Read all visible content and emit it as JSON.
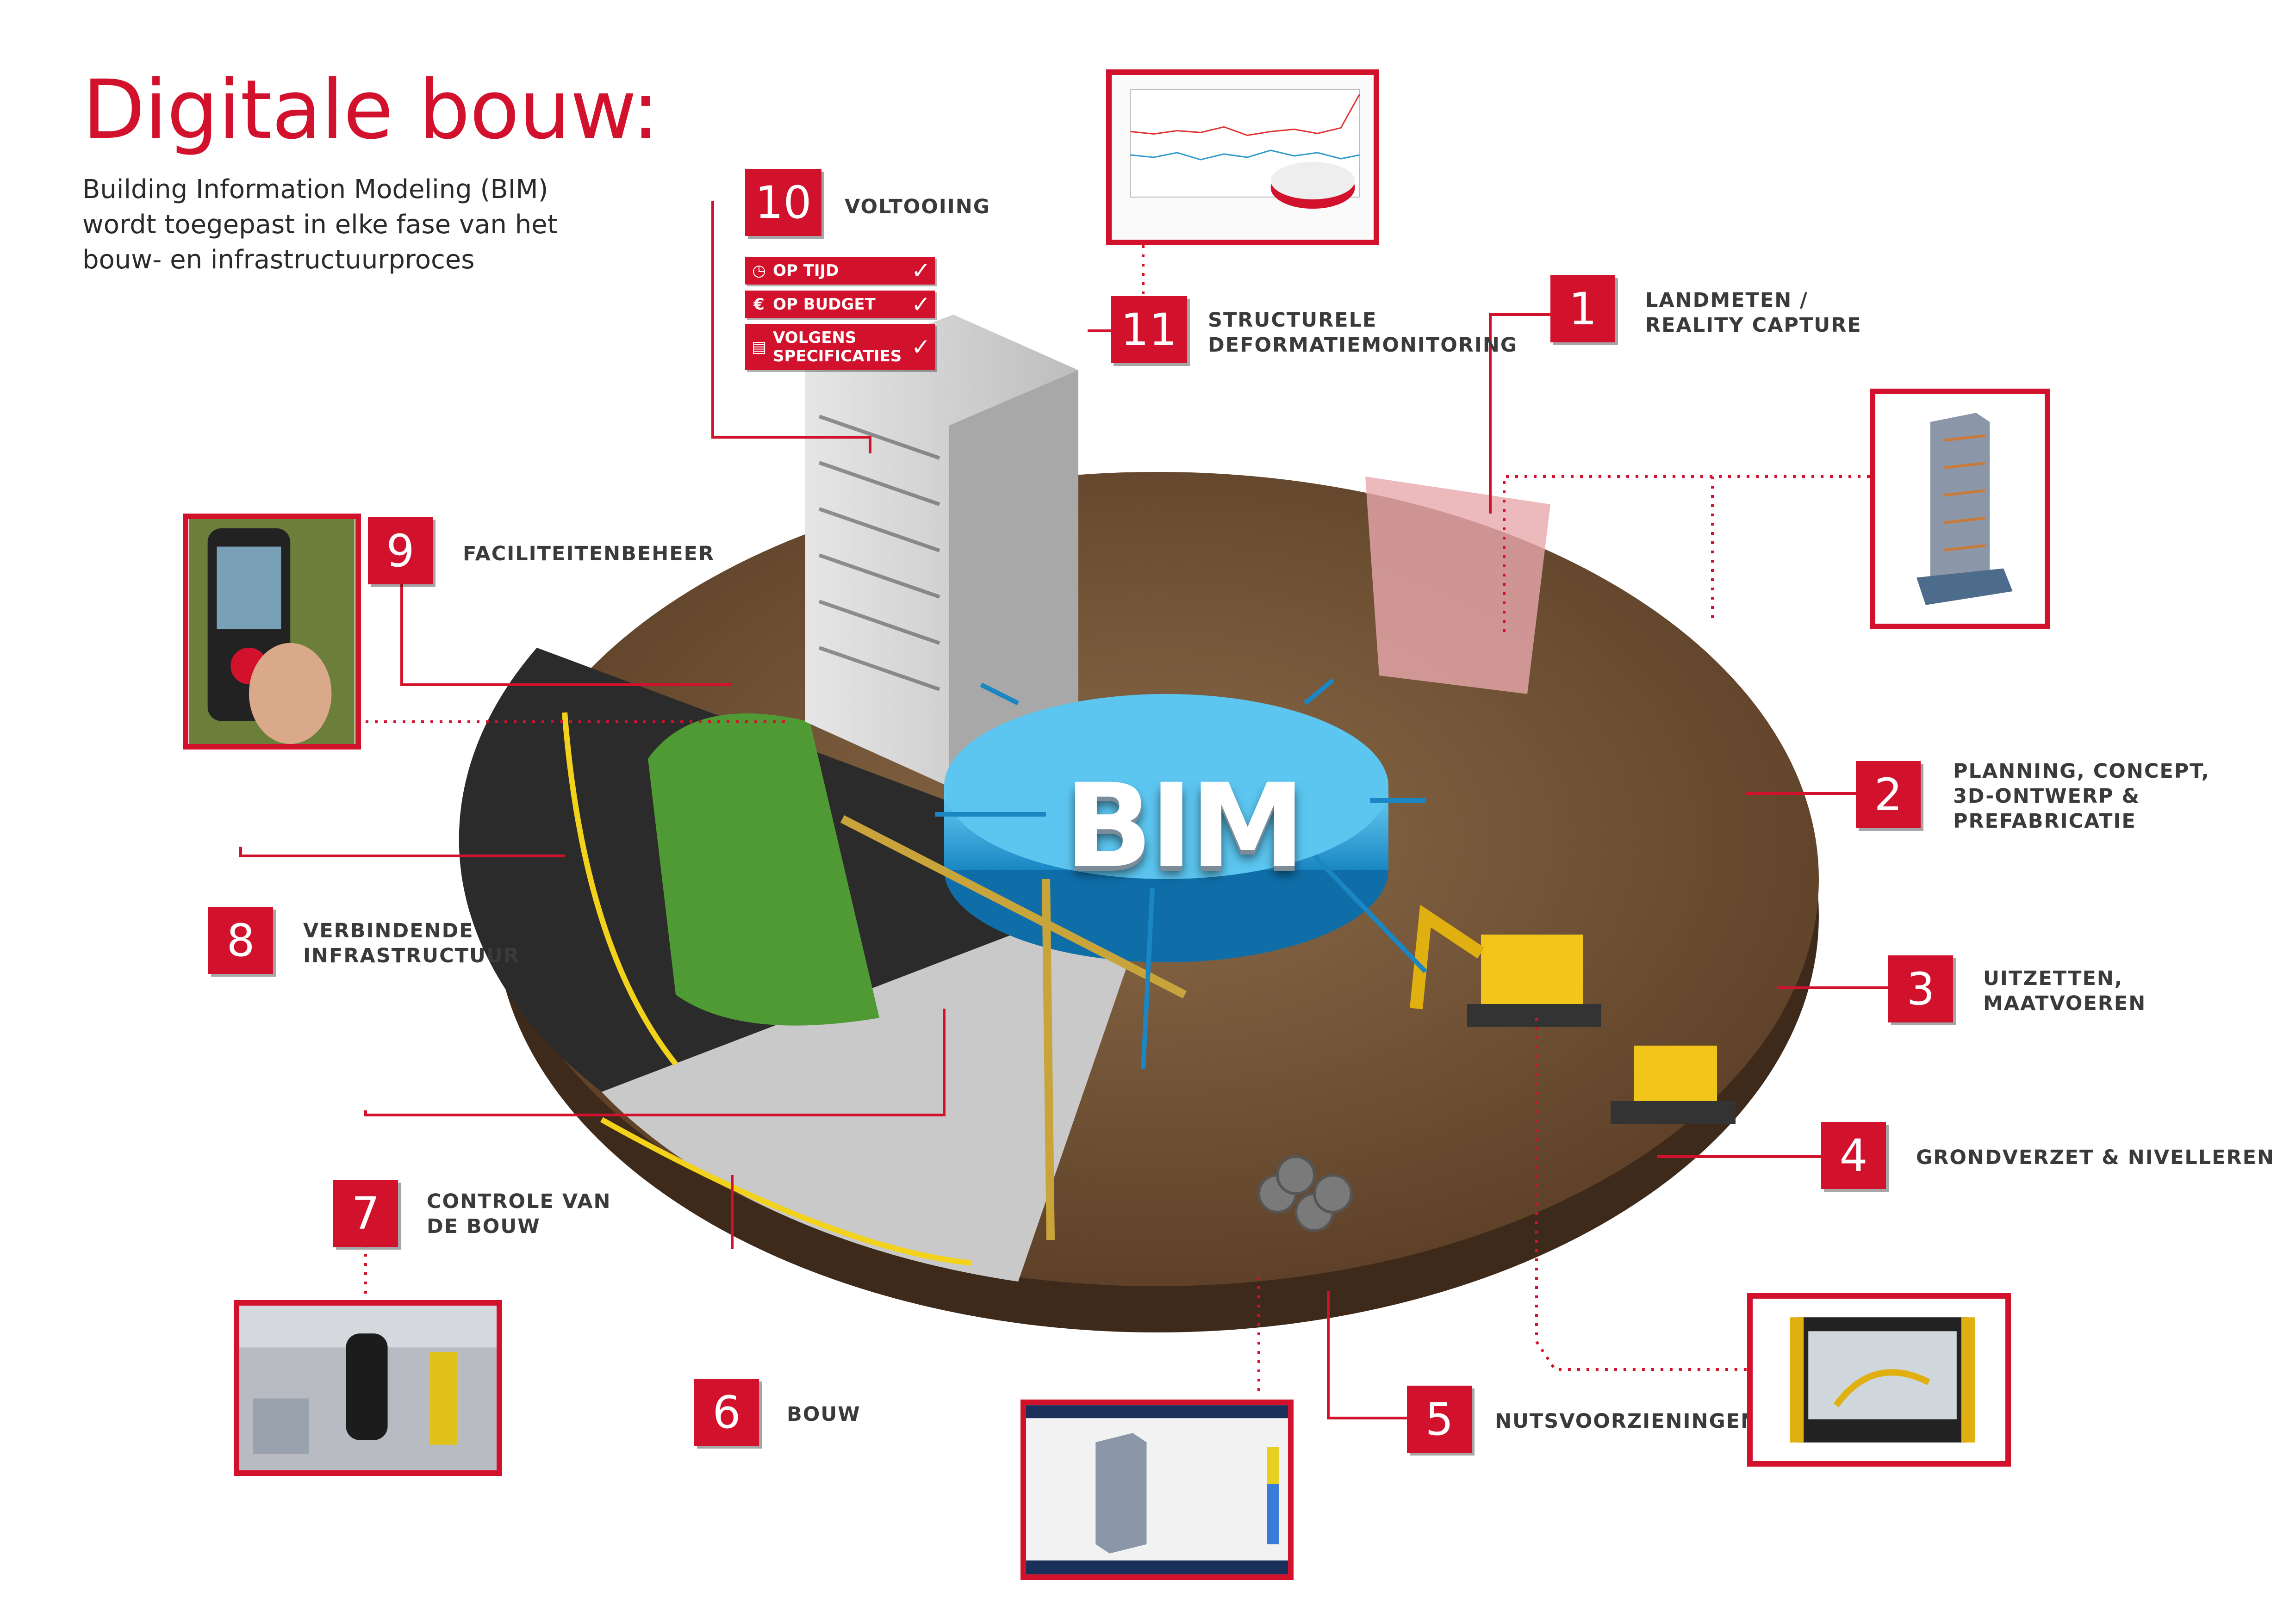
{
  "header": {
    "title": "Digitale bouw:",
    "subtitle_lines": [
      "Building Information Modeling (BIM)",
      "wordt toegepast in elke fase van het",
      "bouw- en infrastructuurproces"
    ]
  },
  "center": {
    "label": "BIM"
  },
  "phases": [
    {
      "number": "1",
      "lines": [
        "LANDMETEN /",
        "REALITY CAPTURE"
      ]
    },
    {
      "number": "2",
      "lines": [
        "PLANNING, CONCEPT,",
        "3D-ONTWERP &",
        "PREFABRICATIE"
      ]
    },
    {
      "number": "3",
      "lines": [
        "UITZETTEN,",
        "MAATVOEREN"
      ]
    },
    {
      "number": "4",
      "lines": [
        "GRONDVERZET & NIVELLEREN"
      ]
    },
    {
      "number": "5",
      "lines": [
        "NUTSVOORZIENINGEN"
      ]
    },
    {
      "number": "6",
      "lines": [
        "BOUW"
      ]
    },
    {
      "number": "7",
      "lines": [
        "CONTROLE VAN",
        "DE BOUW"
      ]
    },
    {
      "number": "8",
      "lines": [
        "VERBINDENDE",
        "INFRASTRUCTUUR"
      ]
    },
    {
      "number": "9",
      "lines": [
        "FACILITEITENBEHEER"
      ]
    },
    {
      "number": "10",
      "lines": [
        "VOLTOOIING"
      ]
    },
    {
      "number": "11",
      "lines": [
        "STRUCTURELE",
        "DEFORMATIEMONITORING"
      ]
    }
  ],
  "completion_checks": [
    {
      "icon": "clock-icon",
      "lines": [
        "OP TIJD"
      ]
    },
    {
      "icon": "euro-icon",
      "lines": [
        "OP BUDGET"
      ]
    },
    {
      "icon": "clipboard-icon",
      "lines": [
        "VOLGENS",
        "SPECIFICATIES"
      ]
    }
  ],
  "colors": {
    "accent": "#d2112c",
    "bim_blue": "#2fa8de",
    "soil": "#6b4a2e",
    "asphalt": "#2b2b2b"
  }
}
